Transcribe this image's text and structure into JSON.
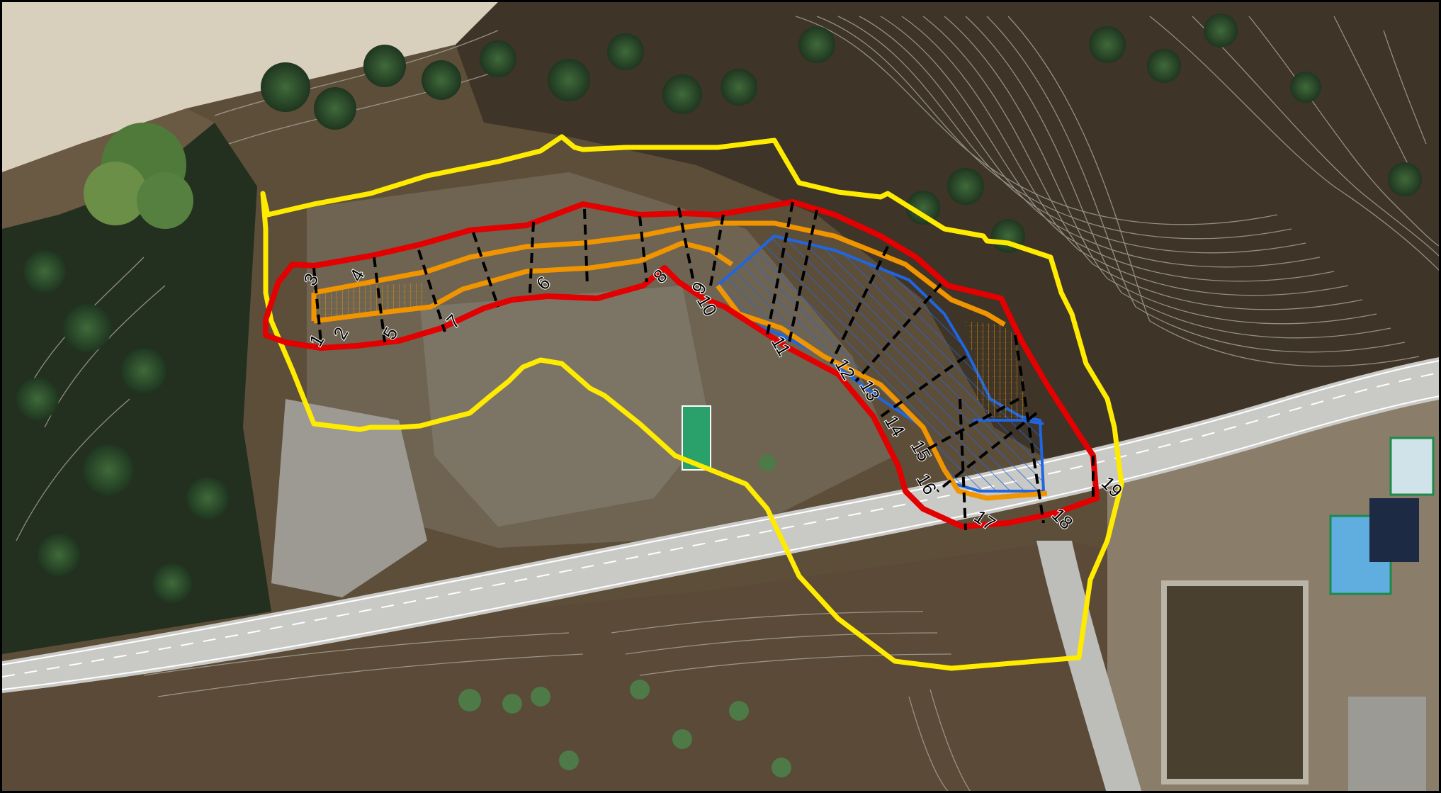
{
  "map": {
    "type": "aerial-photo",
    "feature_colors": {
      "outer_boundary": "#ffeb00",
      "slope_boundary": "#e30000",
      "inner_band": "#f09400",
      "treatment_area": "#1f66e0",
      "section_lines": "#000000"
    },
    "section_labels": [
      "1",
      "2",
      "3",
      "4",
      "5",
      "6",
      "7",
      "8",
      "9",
      "10",
      "11",
      "12",
      "13",
      "14",
      "15",
      "16",
      "17",
      "18",
      "19"
    ]
  }
}
